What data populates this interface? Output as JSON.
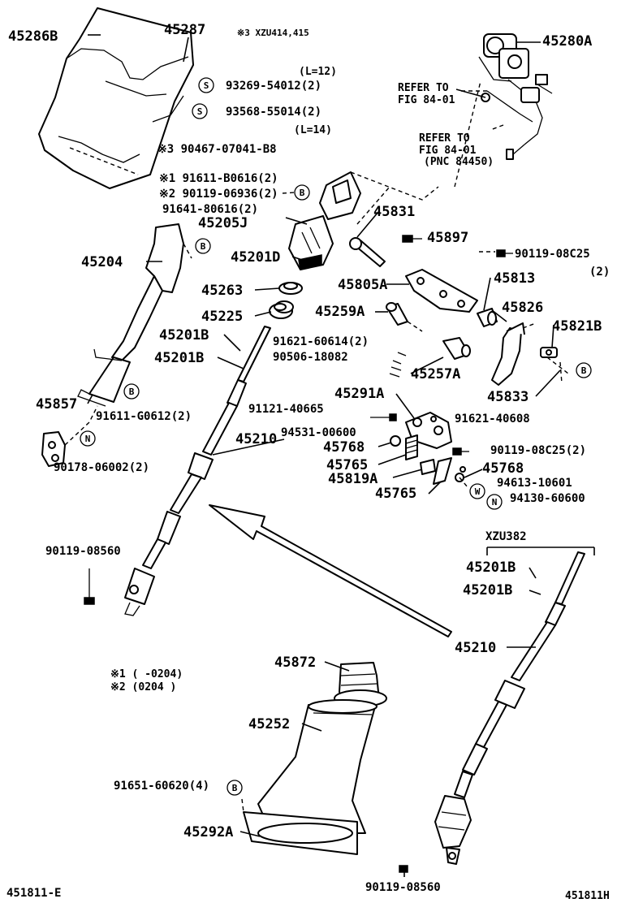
{
  "diagram": {
    "note_top": "※3 XZU414,415",
    "note_range_1": "※1 (      -0204)",
    "note_range_2": "※2 (0204       )",
    "figure_id_left": "451811-E",
    "figure_id_right": "451811H",
    "variant_label": "XZU382"
  },
  "labels": {
    "p45286B": "45286B",
    "p45287": "45287",
    "p93269": "93269-54012(2)",
    "p93568": "93568-55014(2)",
    "len12": "(L=12)",
    "len14": "(L=14)",
    "p90467": "※3 90467-07041-B8",
    "p91611b": "※1 91611-B0616(2)",
    "p90119_069": "※2 90119-06936(2)",
    "p91641": "91641-80616(2)",
    "p45205J": "45205J",
    "p45204": "45204",
    "p45201D": "45201D",
    "p45263": "45263",
    "p45225": "45225",
    "p45201B_1": "45201B",
    "p45201B_2": "45201B",
    "p45857": "45857",
    "p91611g": "91611-G0612(2)",
    "p90178": "90178-06002(2)",
    "p45210": "45210",
    "p90119_085_a": "90119-08560",
    "p45280A": "45280A",
    "refer1a": "REFER TO",
    "refer1b": "FIG 84-01",
    "refer2a": "REFER TO",
    "refer2b": "FIG 84-01",
    "pnc": "(PNC 84450)",
    "p45831": "45831",
    "p45897": "45897",
    "p90119_08c_a": "90119-08C25",
    "p90119_08c_a_qty": "(2)",
    "p45805A": "45805A",
    "p45813": "45813",
    "p45826": "45826",
    "p45259A": "45259A",
    "p45821B": "45821B",
    "p91621_60614": "91621-60614(2)",
    "p90506": "90506-18082",
    "p45257A": "45257A",
    "p45833": "45833",
    "p45291A": "45291A",
    "p91121": "91121-40665",
    "p91621_40608": "91621-40608",
    "p94531": "94531-00600",
    "p45768_1": "45768",
    "p90119_08c_b": "90119-08C25(2)",
    "p45765_1": "45765",
    "p45768_2": "45768",
    "p45819A": "45819A",
    "p94613": "94613-10601",
    "p45765_2": "45765",
    "p94130": "94130-60600",
    "p45201B_3": "45201B",
    "p45201B_4": "45201B",
    "p45210_2": "45210",
    "p45872": "45872",
    "p45252": "45252",
    "p91651": "91651-60620(4)",
    "p45292A": "45292A",
    "p90119_085_b": "90119-08560"
  },
  "callouts": {
    "S": "S",
    "B": "B",
    "N": "N",
    "W": "W"
  }
}
